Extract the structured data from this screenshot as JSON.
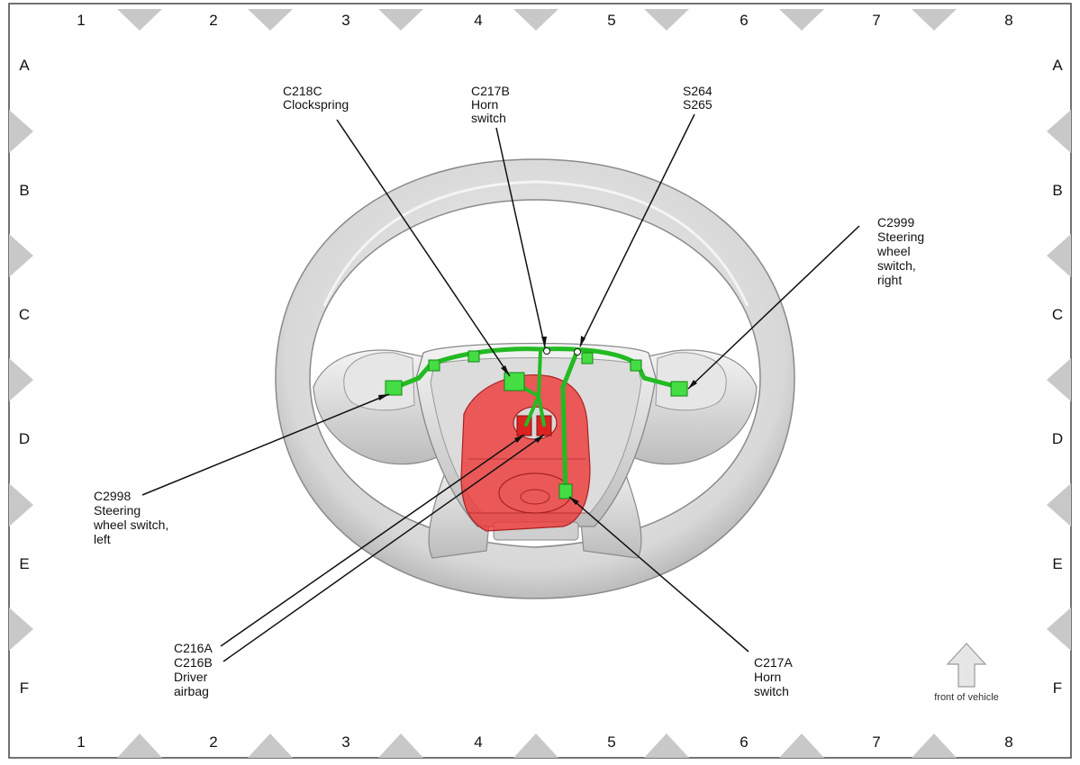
{
  "grid": {
    "columns": [
      "1",
      "2",
      "3",
      "4",
      "5",
      "6",
      "7",
      "8"
    ],
    "rows": [
      "A",
      "B",
      "C",
      "D",
      "E",
      "F"
    ]
  },
  "callouts": {
    "c218c": [
      "C218C",
      "Clockspring"
    ],
    "c217b": [
      "C217B",
      "Horn",
      "switch"
    ],
    "s264": [
      "S264",
      "S265"
    ],
    "c2999": [
      "C2999",
      "Steering",
      "wheel",
      "switch,",
      "right"
    ],
    "c2998": [
      "C2998",
      "Steering",
      "wheel switch,",
      "left"
    ],
    "c216": [
      "C216A",
      "C216B",
      "Driver",
      "airbag"
    ],
    "c217a": [
      "C217A",
      "Horn",
      "switch"
    ]
  },
  "orientation": {
    "label": "front of vehicle",
    "icon": "up-arrow-icon"
  },
  "colors": {
    "harness": "#22bb22",
    "connector": "#44dd44",
    "airbag": "#ee3333",
    "wheel": "#d4d4d4",
    "border": "#444444",
    "marker": "#c8c8c8"
  }
}
